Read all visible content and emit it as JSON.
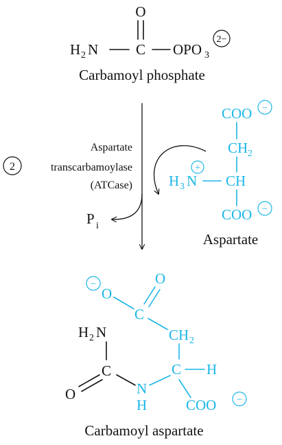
{
  "colors": {
    "black": "#111111",
    "accent": "#1cb6e6",
    "background": "#ffffff"
  },
  "carbamoyl_phosphate": {
    "caption": "Carbamoyl phosphate",
    "atom_O": "O",
    "atom_C": "C",
    "atom_N": "N",
    "atom_H": "H",
    "sub_2": "2",
    "group_OPO": "OPO",
    "sub_3": "3",
    "charge": "2−"
  },
  "enzyme": {
    "step": "2",
    "line1": "Aspartate",
    "line2": "transcarbamoylase",
    "line3": "(ATCase)"
  },
  "phosphate": {
    "label": "P",
    "sub": "i"
  },
  "aspartate": {
    "caption": "Aspartate",
    "coo": "COO",
    "minus": "−",
    "ch2": "CH",
    "sub_2": "2",
    "h": "H",
    "sub_3": "3",
    "n": "N",
    "plus": "+",
    "ch": "CH"
  },
  "carbamoyl_aspartate": {
    "caption": "Carbamoyl aspartate",
    "o": "O",
    "c": "C",
    "minus": "−",
    "ch2": "CH",
    "sub_2": "2",
    "h": "H",
    "n": "N",
    "coo": "COO"
  }
}
